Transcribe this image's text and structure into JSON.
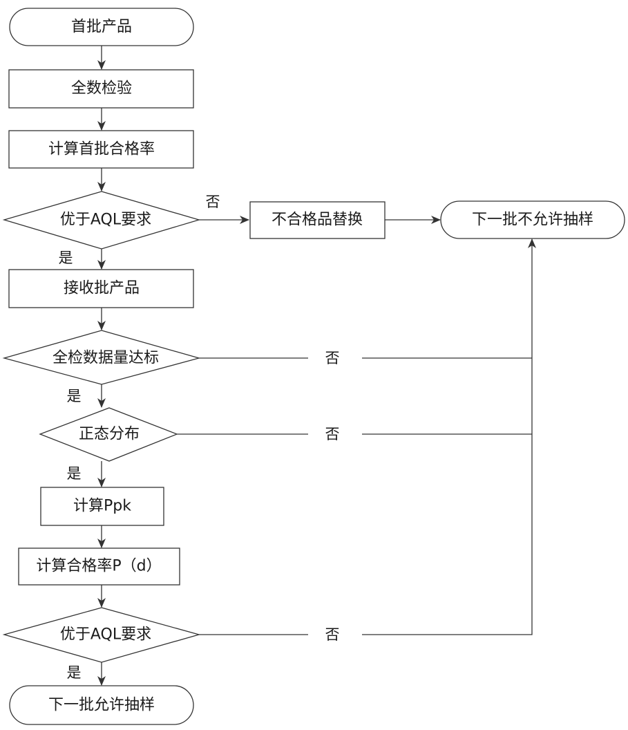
{
  "nodes": {
    "start": "首批产品",
    "full_inspection": "全数检验",
    "calc_first_yield": "计算首批合格率",
    "decision_aql_1": "优于AQL要求",
    "replace_defective": "不合格品替换",
    "next_not_allowed": "下一批不允许抽样",
    "accept_batch": "接收批产品",
    "decision_data_volume": "全检数据量达标",
    "decision_normal": "正态分布",
    "calc_ppk": "计算Ppk",
    "calc_yield_pd": "计算合格率P（d）",
    "decision_aql_2": "优于AQL要求",
    "end": "下一批允许抽样"
  },
  "labels": {
    "yes": "是",
    "no": "否"
  },
  "colors": {
    "stroke": "#333333",
    "fill": "#ffffff",
    "text": "#1a1a1a"
  }
}
